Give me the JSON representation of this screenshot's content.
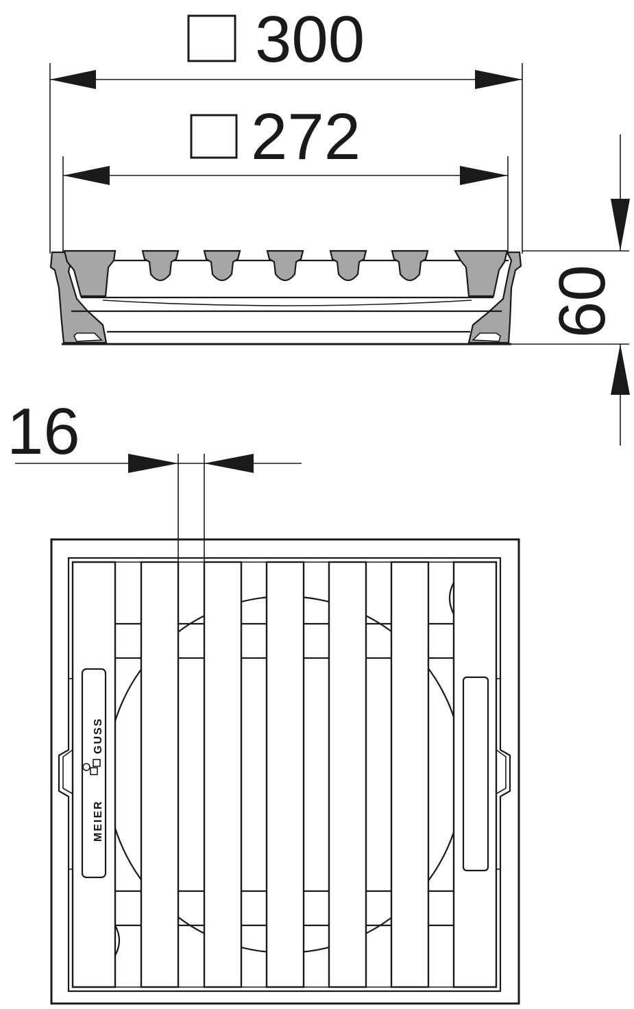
{
  "dimensions": {
    "outer_width": "300",
    "inner_width": "272",
    "height": "60",
    "bar_width": "16"
  },
  "logo": {
    "text_left": "MEIER",
    "text_right": "GUSS"
  }
}
